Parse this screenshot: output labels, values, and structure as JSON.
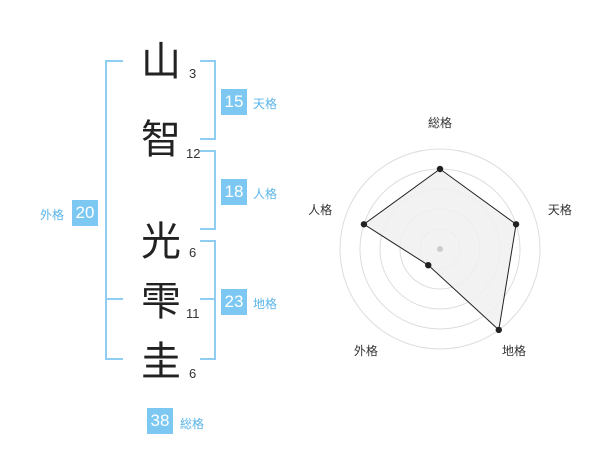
{
  "name": {
    "chars": [
      {
        "char": "山",
        "strokes": "3"
      },
      {
        "char": "智",
        "strokes": "12"
      },
      {
        "char": "光",
        "strokes": "6"
      },
      {
        "char": "雫",
        "strokes": "11"
      },
      {
        "char": "圭",
        "strokes": "6"
      }
    ]
  },
  "grades": {
    "tenkaku": {
      "value": "15",
      "label": "天格"
    },
    "jinkaku": {
      "value": "18",
      "label": "人格"
    },
    "chikaku": {
      "value": "23",
      "label": "地格"
    },
    "gaikaku": {
      "value": "20",
      "label": "外格"
    },
    "soukaku": {
      "value": "38",
      "label": "総格"
    }
  },
  "chart_data": {
    "type": "radar",
    "axes": [
      "総格",
      "天格",
      "地格",
      "外格",
      "人格"
    ],
    "values": [
      4,
      4,
      5,
      1,
      4
    ],
    "max": 5,
    "rings": 5,
    "grid": true,
    "fill_color": "#f0f0f0",
    "line_color": "#222222",
    "ring_color": "#dddddd"
  }
}
